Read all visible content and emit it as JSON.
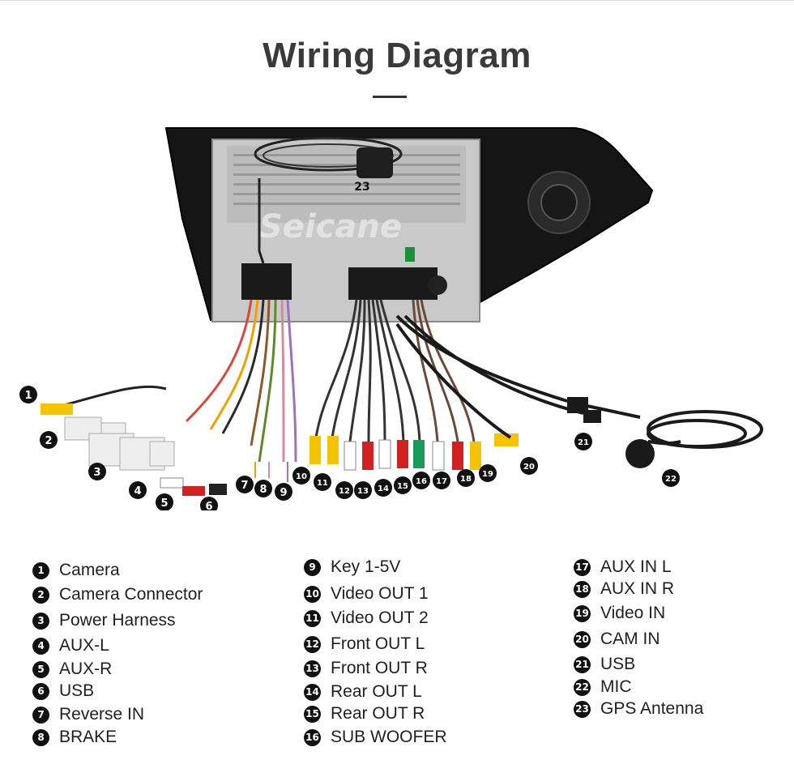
{
  "title": "Wiring Diagram",
  "watermark": "Seicane",
  "accent_color": "#111111",
  "callout_numbers": [
    "1",
    "2",
    "3",
    "4",
    "5",
    "6",
    "7",
    "8",
    "9",
    "10",
    "11",
    "12",
    "13",
    "14",
    "15",
    "16",
    "17",
    "18",
    "19",
    "20",
    "21",
    "22",
    "23"
  ],
  "legend": {
    "col1": [
      {
        "num": "1",
        "label": "Camera"
      },
      {
        "num": "2",
        "label": "Camera Connector"
      },
      {
        "num": "3",
        "label": "Power Harness"
      },
      {
        "num": "4",
        "label": "AUX-L"
      },
      {
        "num": "5",
        "label": "AUX-R"
      },
      {
        "num": "6",
        "label": "USB"
      },
      {
        "num": "7",
        "label": "Reverse IN"
      },
      {
        "num": "8",
        "label": "BRAKE"
      }
    ],
    "col2": [
      {
        "num": "9",
        "label": "Key 1-5V"
      },
      {
        "num": "10",
        "label": "Video OUT 1"
      },
      {
        "num": "11",
        "label": "Video OUT 2"
      },
      {
        "num": "12",
        "label": "Front OUT L"
      },
      {
        "num": "13",
        "label": "Front OUT R"
      },
      {
        "num": "14",
        "label": "Rear OUT L"
      },
      {
        "num": "15",
        "label": "Rear OUT R"
      },
      {
        "num": "16",
        "label": "SUB WOOFER"
      }
    ],
    "col3": [
      {
        "num": "17",
        "label": "AUX IN L"
      },
      {
        "num": "18",
        "label": "AUX IN R"
      },
      {
        "num": "19",
        "label": "Video IN"
      },
      {
        "num": "20",
        "label": "CAM IN"
      },
      {
        "num": "21",
        "label": "USB"
      },
      {
        "num": "22",
        "label": "MIC"
      },
      {
        "num": "23",
        "label": "GPS Antenna"
      }
    ]
  }
}
